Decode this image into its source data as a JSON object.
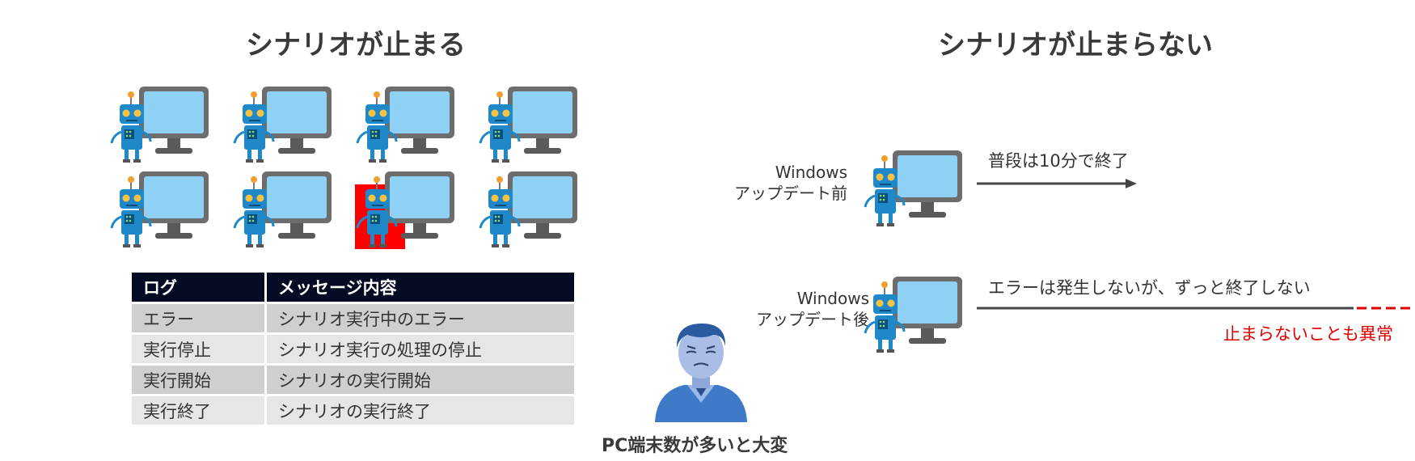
{
  "left_panel": {
    "title": "シナリオが止まる",
    "robots": [
      {
        "id": 1,
        "status": "normal"
      },
      {
        "id": 2,
        "status": "normal"
      },
      {
        "id": 3,
        "status": "normal"
      },
      {
        "id": 4,
        "status": "normal"
      },
      {
        "id": 5,
        "status": "normal"
      },
      {
        "id": 6,
        "status": "normal"
      },
      {
        "id": 7,
        "status": "stopped"
      },
      {
        "id": 8,
        "status": "normal"
      }
    ],
    "table": {
      "headers": [
        "ログ",
        "メッセージ内容"
      ],
      "rows": [
        [
          "エラー",
          "シナリオ実行中のエラー"
        ],
        [
          "実行停止",
          "シナリオ実行の処理の停止"
        ],
        [
          "実行開始",
          "シナリオの実行開始"
        ],
        [
          "実行終了",
          "シナリオの実行終了"
        ]
      ]
    }
  },
  "center": {
    "caption": "PC端末数が多いと大変"
  },
  "right_panel": {
    "title": "シナリオが止まらない",
    "before": {
      "label_line1": "Windows",
      "label_line2": "アップデート前",
      "note": "普段は10分で終了"
    },
    "after": {
      "label_line1": "Windows",
      "label_line2": "アップデート後",
      "note": "エラーは発生しないが、ずっと終了しない",
      "warning": "止まらないことも異常"
    }
  },
  "colors": {
    "header_bg": "#050b22",
    "row_dark": "#cfcfcf",
    "row_light": "#e6e6e6",
    "robot_body": "#1e88c8",
    "screen": "#8fd0f5",
    "alert_red": "#e00000",
    "monitor_frame": "#666666"
  }
}
